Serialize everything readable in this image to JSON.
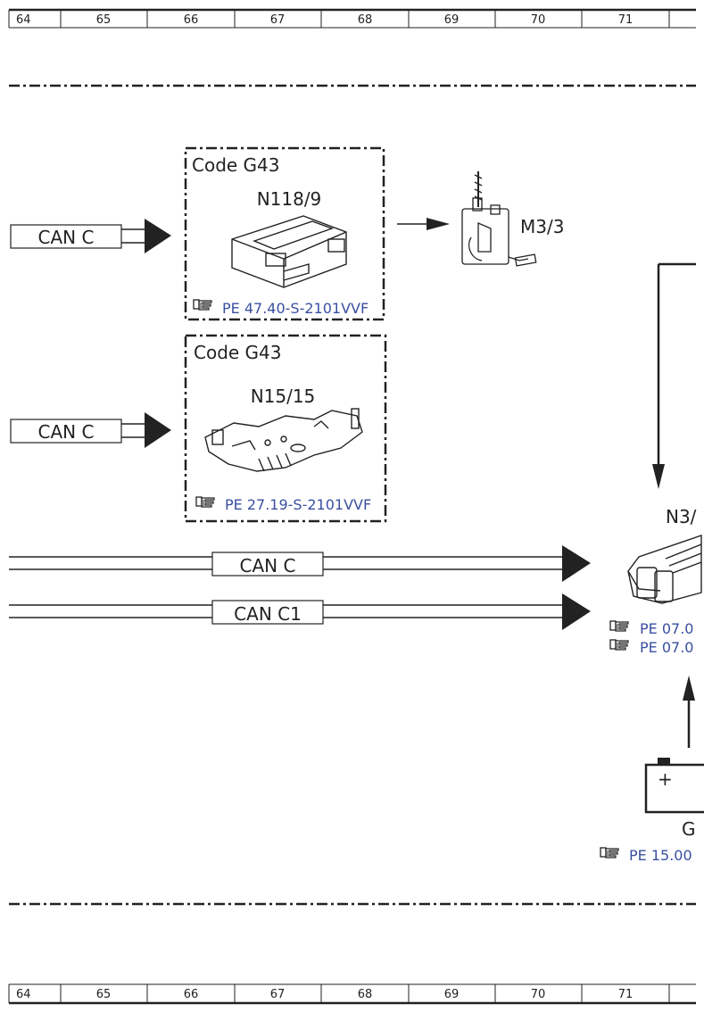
{
  "ruler": {
    "columns": [
      "64",
      "65",
      "66",
      "67",
      "68",
      "69",
      "70",
      "71",
      ""
    ]
  },
  "modules": {
    "n118": {
      "code": "Code G43",
      "name": "N118/9",
      "ref": "PE 47.40-S-2101VVF"
    },
    "n15": {
      "code": "Code G43",
      "name": "N15/15",
      "ref": "PE 27.19-S-2101VVF"
    },
    "m33": {
      "name": "M3/3"
    },
    "n3": {
      "name": "N3/",
      "ref1": "PE 07.0",
      "ref2": "PE 07.0"
    },
    "battery": {
      "name": "G",
      "plus": "+",
      "ref": "PE 15.00"
    }
  },
  "buses": {
    "can_c_1": "CAN C",
    "can_c_2": "CAN C",
    "can_c_main": "CAN C",
    "can_c1_main": "CAN C1"
  },
  "colors": {
    "link": "#3a4fa0",
    "line": "#222222"
  },
  "icons": {
    "reference": "hand-pointer-icon"
  }
}
